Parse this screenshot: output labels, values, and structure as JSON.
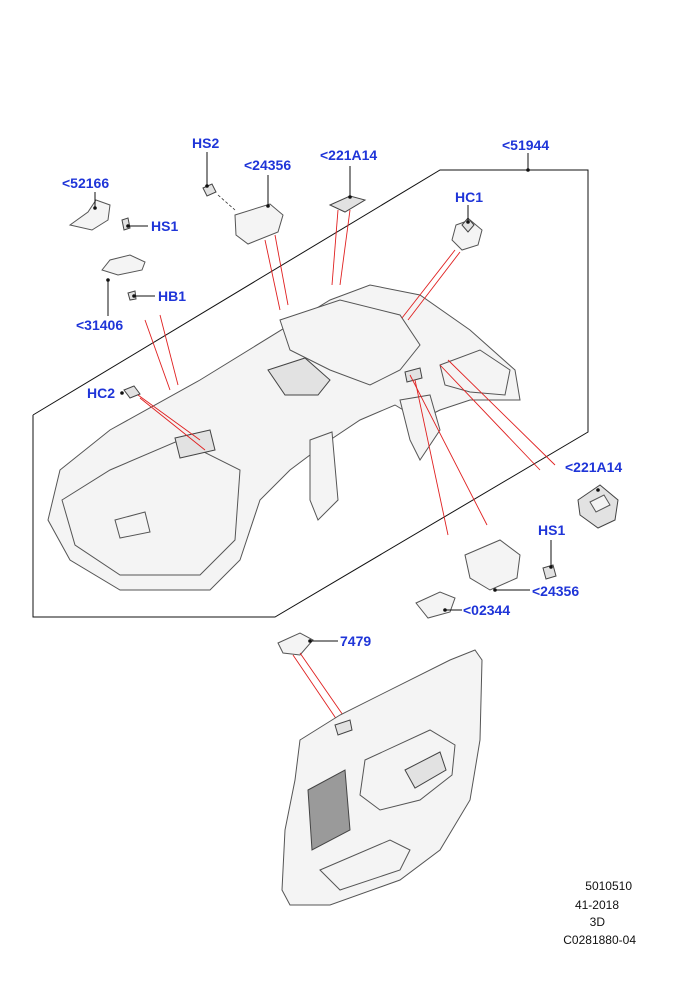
{
  "callouts": {
    "hs2": "HS2",
    "p24356_top": "<24356",
    "p221a14_top": "<221A14",
    "p51944": "<51944",
    "p52166": "<52166",
    "hs1_top": "HS1",
    "hc1": "HC1",
    "hb1": "HB1",
    "p31406": "<31406",
    "hc2": "HC2",
    "p221a14_right": "<221A14",
    "hs1_right": "HS1",
    "p24356_right": "<24356",
    "p02344": "<02344",
    "p7479": "7479"
  },
  "meta": {
    "line1": "5010510",
    "line2": "41-2018",
    "line3": "3D",
    "line4": "C0281880-04"
  },
  "colors": {
    "callout": "#1f35d8",
    "leader": "#e02020",
    "outline": "#555555"
  }
}
